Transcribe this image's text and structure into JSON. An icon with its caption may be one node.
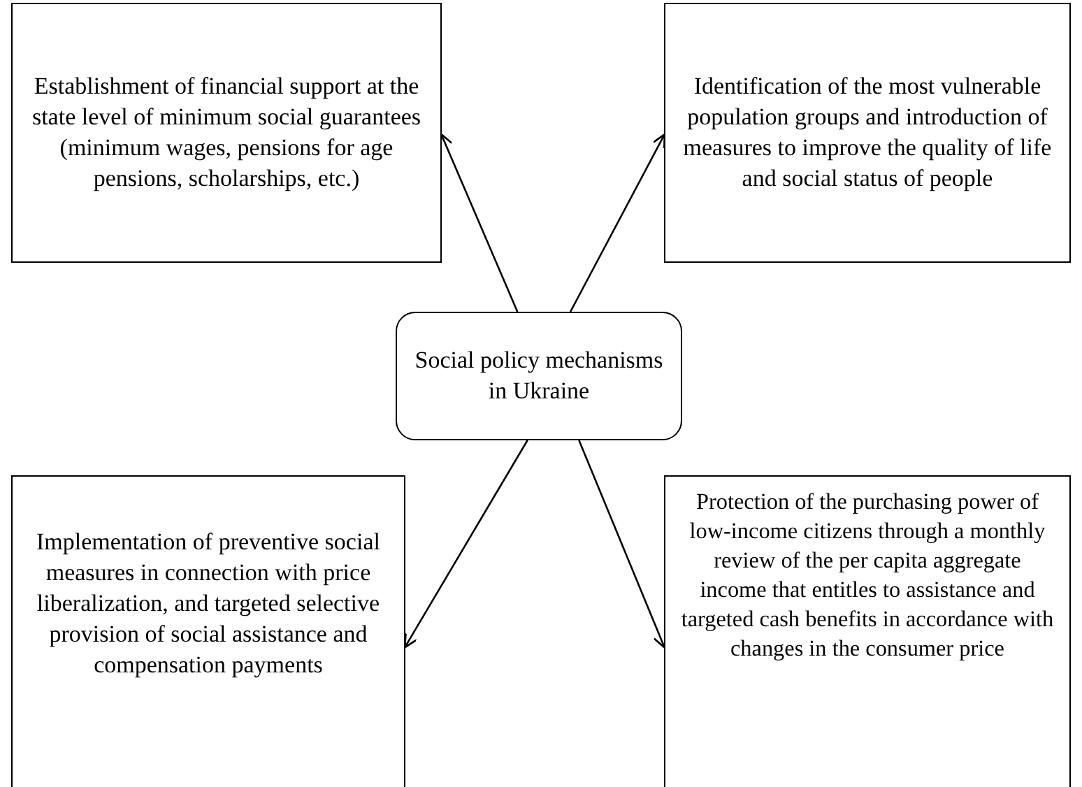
{
  "diagram": {
    "nodes": [
      {
        "text": [
          "Establishment of financial support at the state level of minimum social guarantees (minimum wages, pensions for age pensions, scholarships, etc.)"
        ]
      },
      {
        "text": [
          "Identification of the most vulnerable population groups and introduction of measures to improve the quality of life and social status of people"
        ]
      },
      {
        "text": [
          "Social policy mechanisms in Ukraine"
        ]
      },
      {
        "text": [
          "Implementation of preventive social measures in connection with price liberalization, and targeted selective provision of social assistance and compensation payments"
        ]
      },
      {
        "text": [
          "Protection of the purchasing power of low-income citizens through a monthly review of the per capita aggregate income that entitles to assistance and targeted cash benefits in accordance with changes in the consumer price"
        ]
      }
    ],
    "edges": [
      {
        "from": 2,
        "to": 0,
        "arrow": "to"
      },
      {
        "from": 2,
        "to": 1,
        "arrow": "to"
      },
      {
        "from": 2,
        "to": 3,
        "arrow": "to"
      },
      {
        "from": 2,
        "to": 4,
        "arrow": "to"
      }
    ]
  }
}
